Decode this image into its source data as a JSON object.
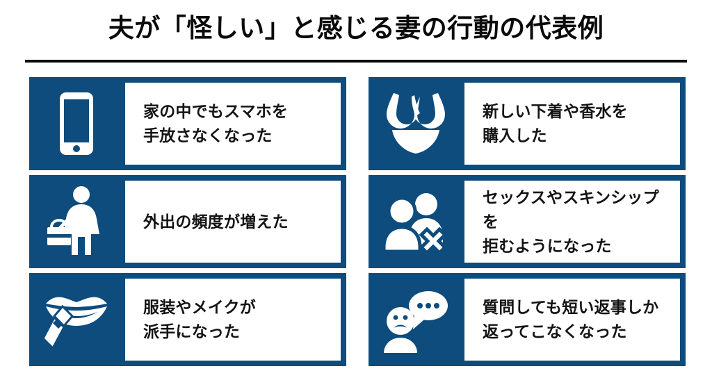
{
  "header": {
    "title": "夫が「怪しい」と感じる妻の行動の代表例"
  },
  "theme": {
    "accent_blue": "#0d4c7c",
    "text_dark": "#141414",
    "title_color": "#0a0a0a",
    "card_background": "#ffffff",
    "page_background": "#ffffff"
  },
  "cards": [
    {
      "icon": "smartphone-icon",
      "text": "家の中でもスマホを\n手放さなくなった"
    },
    {
      "icon": "lingerie-icon",
      "text": "新しい下着や香水を\n購入した"
    },
    {
      "icon": "woman-with-handbag-icon",
      "text": "外出の頻度が増えた"
    },
    {
      "icon": "couple-rejected-icon",
      "text": "セックスやスキンシップを\n拒むようになった"
    },
    {
      "icon": "lips-lipstick-icon",
      "text": "服装やメイクが\n派手になった"
    },
    {
      "icon": "sad-person-speech-bubble-icon",
      "text": "質問しても短い返事しか\n返ってこなくなった"
    }
  ]
}
